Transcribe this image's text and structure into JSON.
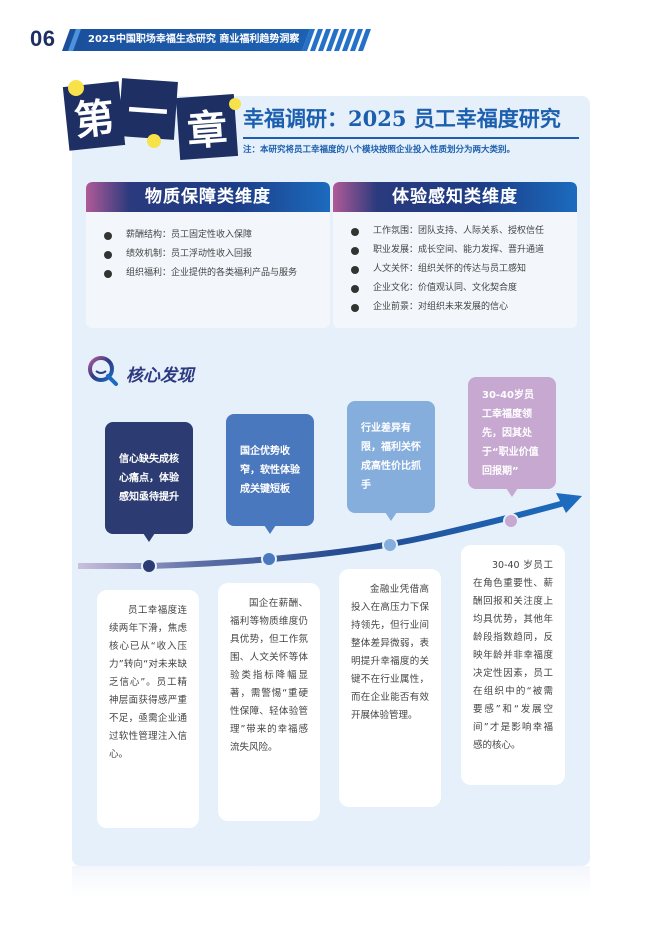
{
  "header": {
    "page_number": "06",
    "title": "2025中国职场幸福生态研究  商业福利趋势洞察"
  },
  "chapter": {
    "badge_chars": [
      "第",
      "一",
      "章"
    ],
    "title": "幸福调研：2025 员工幸福度研究",
    "note": "注：本研究将员工幸福度的八个模块按照企业投入性质划分为两大类别。"
  },
  "categories": [
    {
      "title": "物质保障类维度",
      "items": [
        "薪酬结构：员工固定性收入保障",
        "绩效机制：员工浮动性收入回报",
        "组织福利：企业提供的各类福利产品与服务"
      ]
    },
    {
      "title": "体验感知类维度",
      "items": [
        "工作氛围：团队支持、人际关系、授权信任",
        "职业发展：成长空间、能力发挥、晋升通道",
        "人文关怀：组织关怀的传达与员工感知",
        "企业文化：价值观认同、文化契合度",
        "企业前景：对组织未来发展的信心"
      ]
    }
  ],
  "findings": {
    "section_title": "核心发现",
    "icon": "search-icon",
    "bubbles": [
      {
        "text": "信心缺失成核心痛点，体验感知亟待提升",
        "color": "#2c3c72"
      },
      {
        "text": "国企优势收窄，软性体验成关键短板",
        "color": "#4a78be"
      },
      {
        "text": "行业差异有限，福利关怀成高性价比抓手",
        "color": "#85aedd"
      },
      {
        "text": "30-40岁员工幸福度领先，因其处于“职业价值回报期”",
        "color": "#c6a8d1"
      }
    ],
    "nodes": [
      {
        "color": "#2c3c72"
      },
      {
        "color": "#4a78be"
      },
      {
        "color": "#85aedd"
      },
      {
        "color": "#c6a8d1"
      }
    ],
    "details": [
      "员工幸福度连续两年下滑，焦虑核心已从“收入压力”转向“对未来缺乏信心”。员工精神层面获得感严重不足，亟需企业通过软性管理注入信心。",
      "国企在薪酬、福利等物质维度仍具优势，但工作氛围、人文关怀等体验类指标降幅显著，需警惕“重硬性保障、轻体验管理”带来的幸福感流失风险。",
      "金融业凭借高投入在高压力下保持领先，但行业间整体差异微弱，表明提升幸福度的关键不在行业属性，而在企业能否有效开展体验管理。",
      "30-40 岁员工在角色重要性、薪酬回报和关注度上均具优势，其他年龄段指数趋同，反映年龄并非幸福度决定性因素，员工在组织中的“被需要感”和“发展空间”才是影响幸福感的核心。"
    ]
  },
  "colors": {
    "navy": "#1d2f63",
    "brand_blue": "#1b5fae",
    "panel_bg": "#e6f0fa",
    "accent_yellow": "#f7e24a"
  }
}
